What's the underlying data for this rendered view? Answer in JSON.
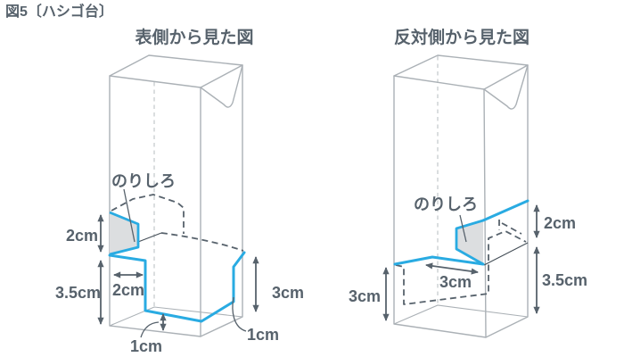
{
  "title": "図5〔ハシゴ台〕",
  "front_view": {
    "caption": "表側から見た図",
    "glue_flap_label": "のりしろ",
    "dim_flap_height": "2cm",
    "dim_lower_height": "3.5cm",
    "dim_step_width": "2cm",
    "dim_bottom_strip": "1cm",
    "dim_side_height": "3cm",
    "dim_side_offset": "1cm"
  },
  "back_view": {
    "caption": "反対側から見た図",
    "glue_flap_label": "のりしろ",
    "dim_left_height": "3cm",
    "dim_step_width": "3cm",
    "dim_flap_height": "2cm",
    "dim_lower_height": "3.5cm"
  },
  "colors": {
    "accent_blue": "#29abe2",
    "ink": "#57626c",
    "carton_line": "#abb1b6",
    "hidden_line": "#c7cbce",
    "flap_fill": "#dcdee0"
  }
}
